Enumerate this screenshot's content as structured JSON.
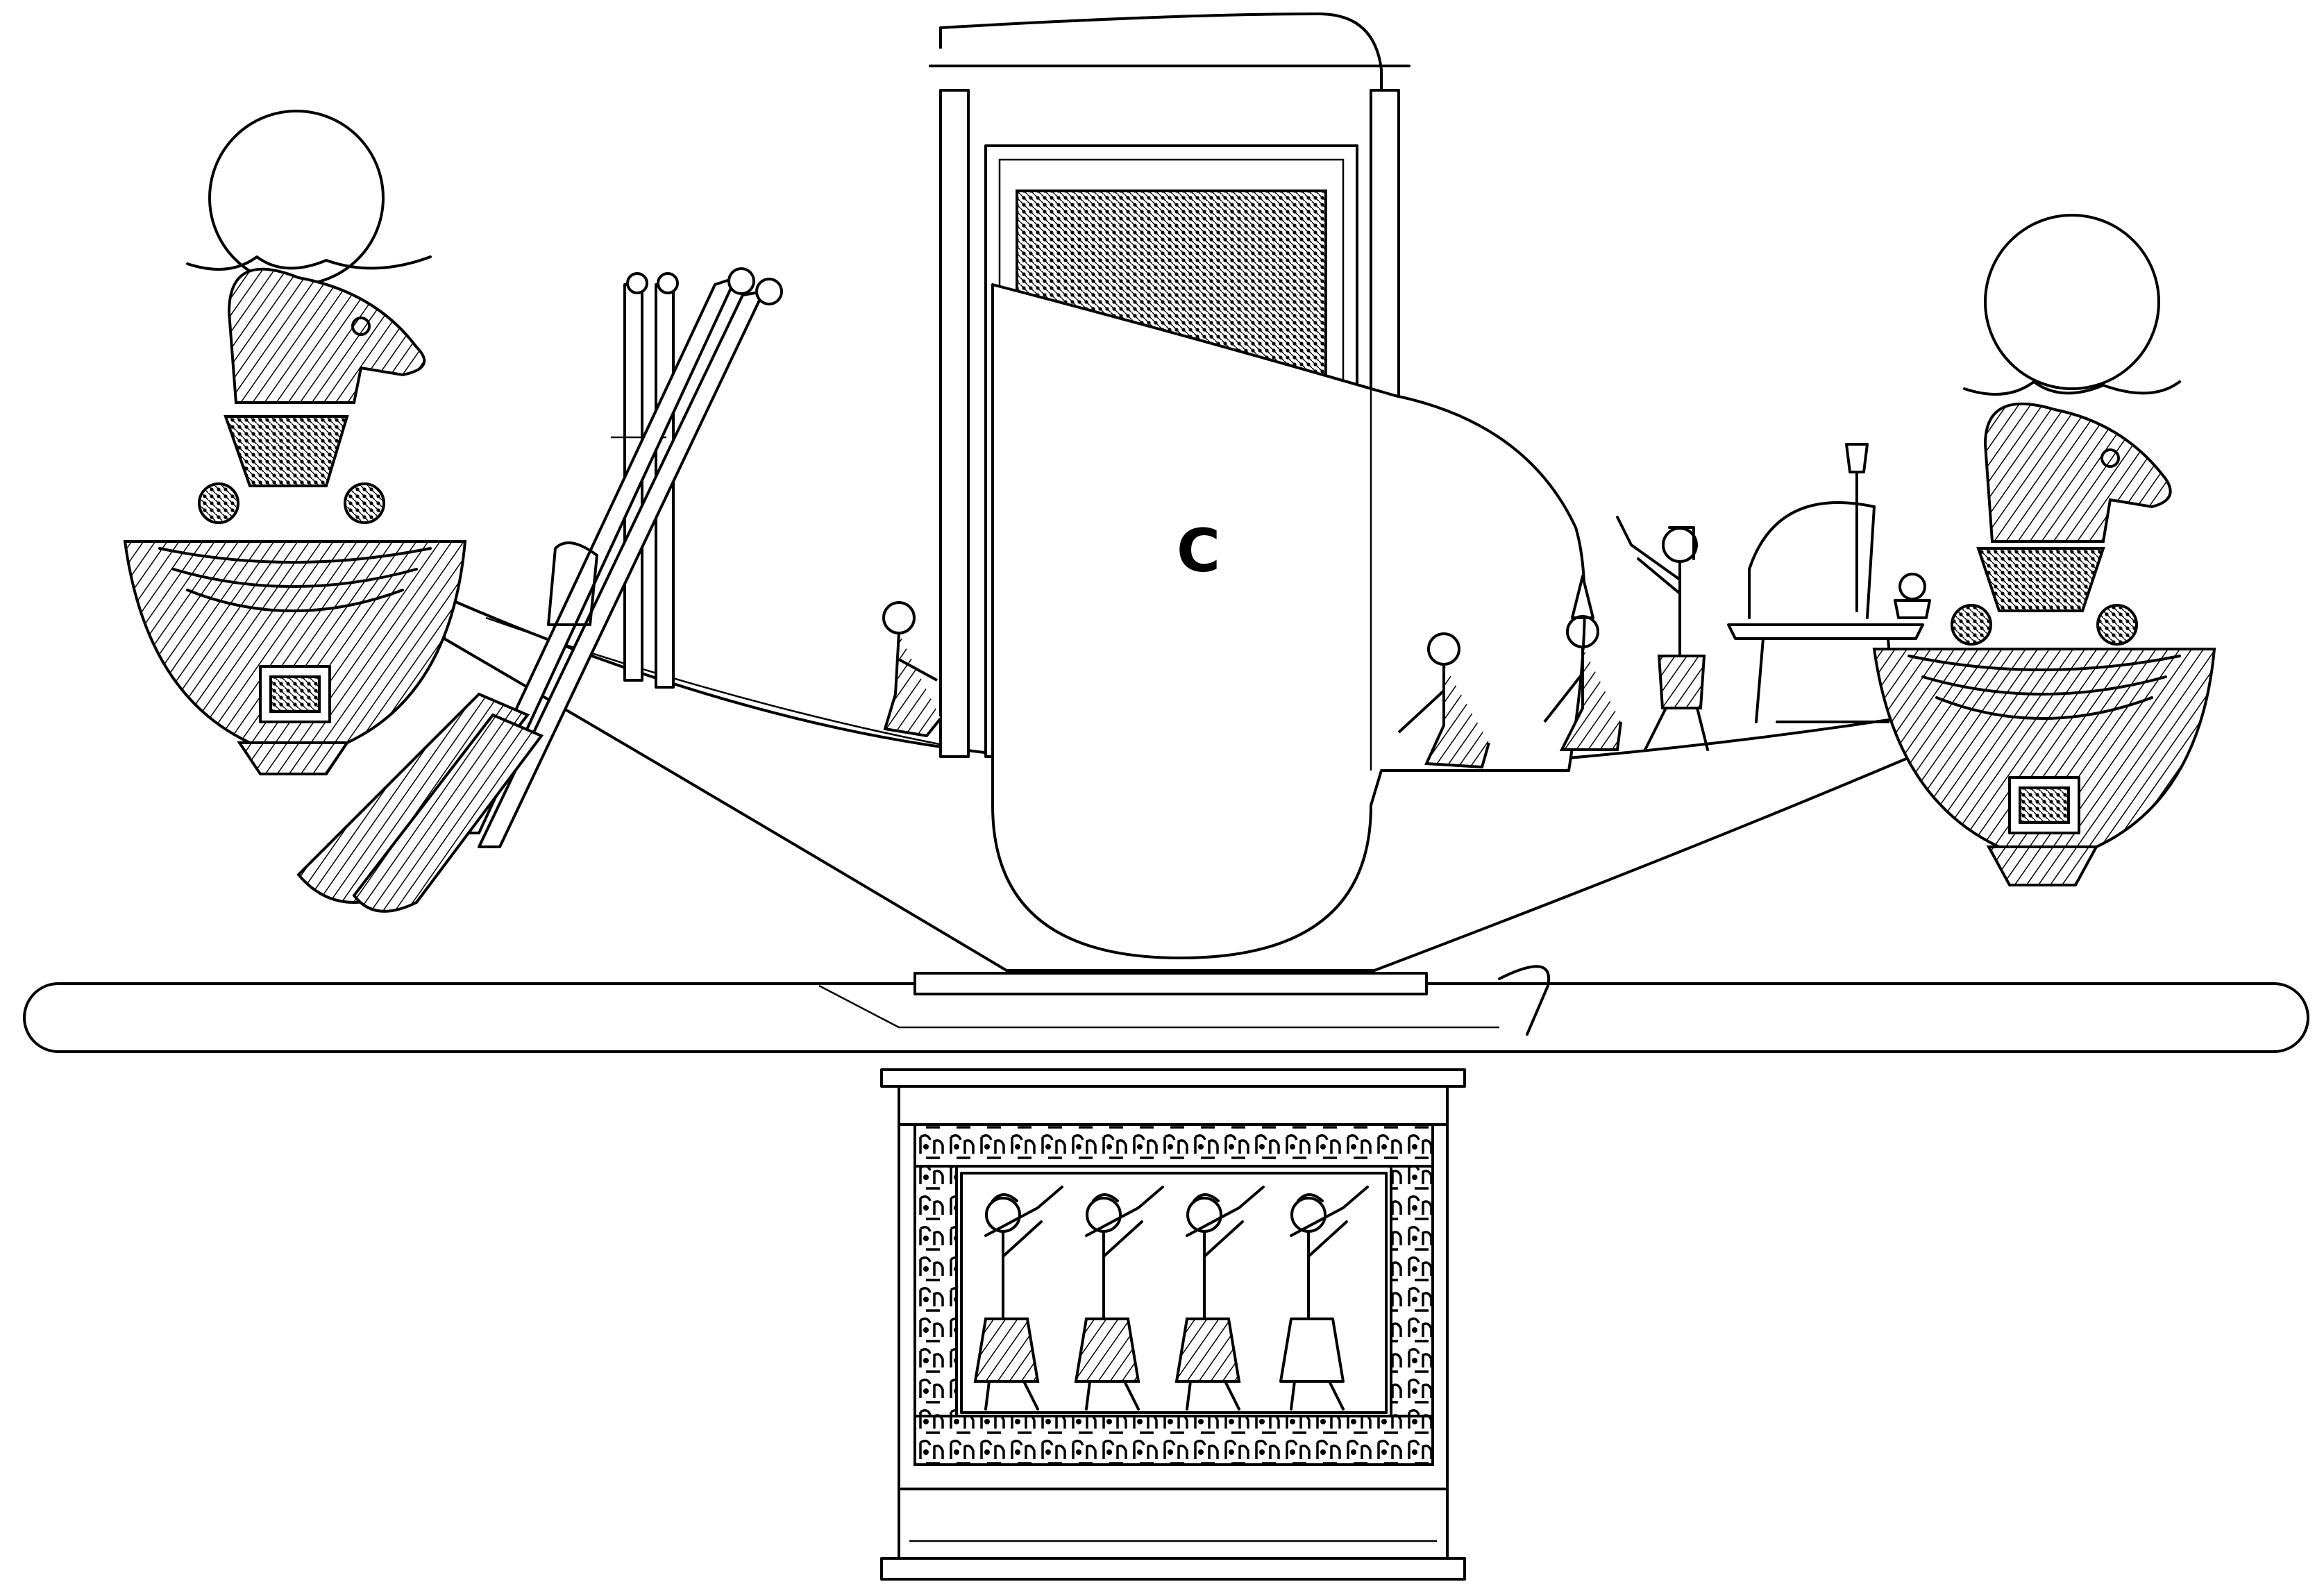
{
  "figure": {
    "label": "C"
  },
  "colors": {
    "ink": "#000000",
    "paper": "#ffffff"
  },
  "elements": {
    "shrine": "naos-shrine",
    "cabin": "veiled-cabin",
    "bow_figurehead": "ram-head-aegis-with-sun-disk",
    "stern_figurehead": "ram-head-aegis-with-sun-disk",
    "oars": "steering-oars",
    "pedestal": "barque-stand-with-offering-scene",
    "carrying_poles": "carrying-pole"
  }
}
